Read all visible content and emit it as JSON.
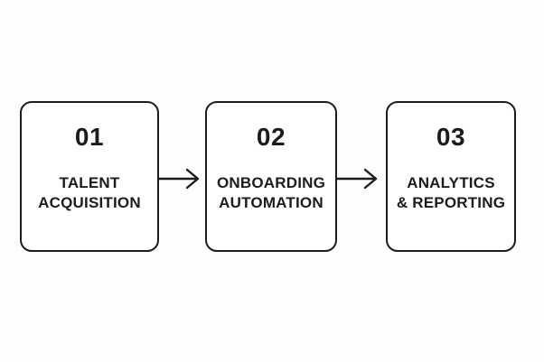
{
  "steps": [
    {
      "number": "01",
      "label_line1": "TALENT",
      "label_line2": "ACQUISITION"
    },
    {
      "number": "02",
      "label_line1": "ONBOARDING",
      "label_line2": "AUTOMATION"
    },
    {
      "number": "03",
      "label_line1": "ANALYTICS",
      "label_line2": "& REPORTING"
    }
  ],
  "arrows": [
    {
      "icon": "arrow-right-icon",
      "from_step": "01",
      "to_step": "02"
    },
    {
      "icon": "arrow-right-icon",
      "from_step": "02",
      "to_step": "03"
    }
  ],
  "colors": {
    "ink": "#1c1c1c",
    "background": "#fdfdfd",
    "box_fill": "#ffffff"
  }
}
